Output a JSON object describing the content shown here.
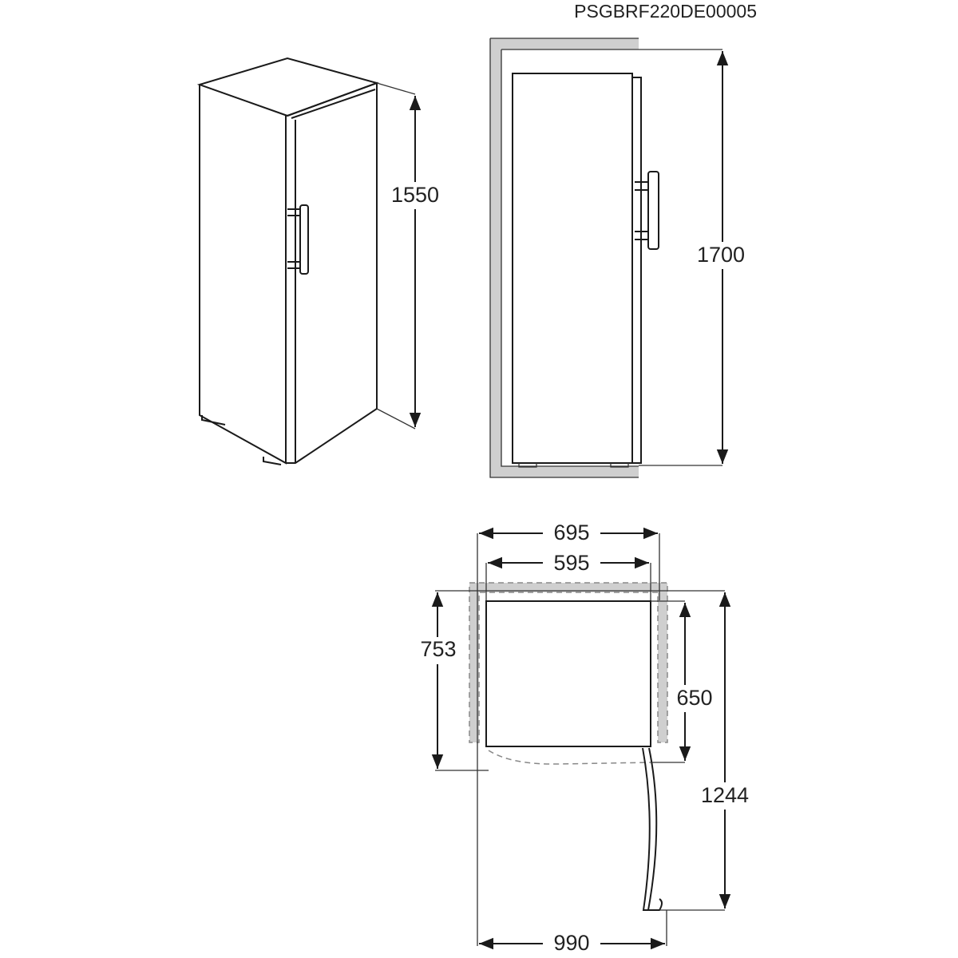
{
  "title": "PSGBRF220DE00005",
  "colors": {
    "line": "#1a1a1a",
    "niche": "#cfcfcf"
  },
  "dimensions": {
    "height_appliance": "1550",
    "height_niche": "1700",
    "width_with_clearance": "695",
    "width_appliance": "595",
    "depth_with_clearance": "753",
    "depth_appliance": "650",
    "depth_door_open": "1244",
    "width_door_open": "990"
  }
}
